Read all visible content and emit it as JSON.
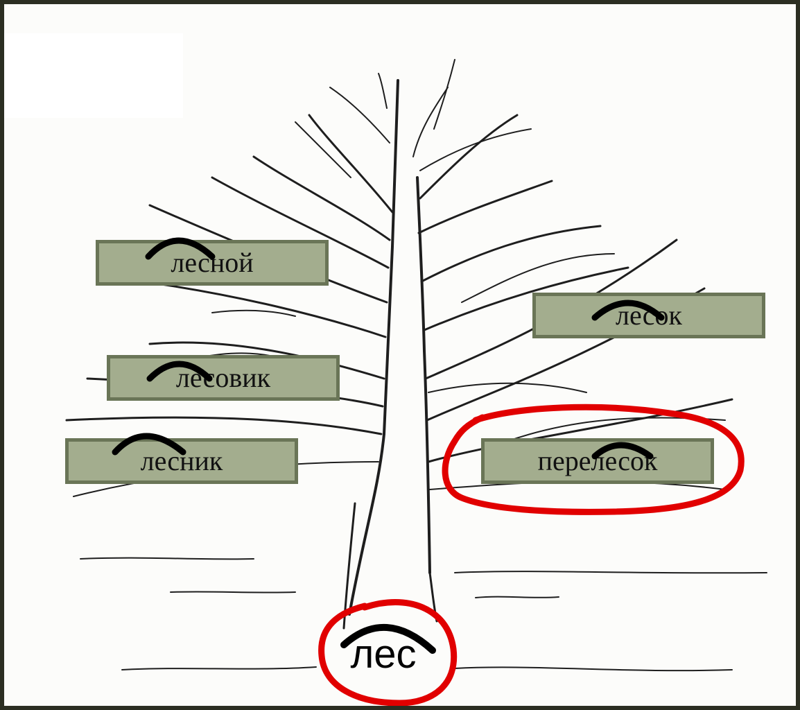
{
  "words": {
    "lesnoy": "лесной",
    "lesok": "лесок",
    "lesovik": "лесовик",
    "lesnik": "лесник",
    "pereleesok": "перелесок",
    "root": "лес"
  },
  "colors": {
    "box_fill": "#a3ad8e",
    "box_border": "#6a7557",
    "highlight": "#e10000",
    "root_arc": "#000000"
  }
}
